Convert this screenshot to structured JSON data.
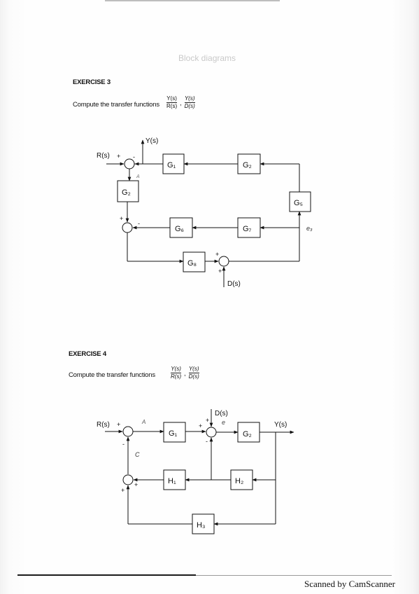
{
  "header": {
    "faded_title": "Block diagrams"
  },
  "exercise3": {
    "title": "EXERCISE 3",
    "prompt": "Compute the transfer functions",
    "frac1": {
      "num": "Y(s)",
      "den": "R(s)"
    },
    "frac2": {
      "num": "Y(s)",
      "den": "D(s)"
    },
    "blocks": [
      "G₁",
      "G₂",
      "G₂",
      "G₅",
      "G₆",
      "G₇",
      "G₈"
    ],
    "signals": {
      "input": "R(s)",
      "output": "Y(s)",
      "disturbance": "D(s)"
    },
    "signs": {
      "sum1_plus": "+",
      "sum1_minus": "-",
      "sum2_plus": "+",
      "sum2_minus": "-",
      "sum3_plus_top": "+",
      "sum3_plus_bottom": "+"
    },
    "handwritten": {
      "a": "A",
      "e": "e₃"
    }
  },
  "exercise4": {
    "title": "EXERCISE 4",
    "prompt": "Compute the transfer functions",
    "frac1": {
      "num": "Y(s)",
      "den": "R(s)"
    },
    "frac2": {
      "num": "Y(s)",
      "den": "D(s)"
    },
    "blocks": [
      "G₁",
      "G₂",
      "H₁",
      "H₂",
      "H₃"
    ],
    "signals": {
      "input": "R(s)",
      "output": "Y(s)",
      "disturbance": "D(s)"
    },
    "signs": {
      "sum1_plus": "+",
      "sum1_minus": "-",
      "sum2_plus_left": "+",
      "sum2_plus_top": "+",
      "sum2_minus": "-",
      "sum3_plus_right": "+",
      "sum3_plus_bottom": "+"
    },
    "handwritten": {
      "a": "A",
      "c": "C",
      "e": "e"
    }
  },
  "footer": {
    "scanner": "Scanned by CamScanner"
  }
}
